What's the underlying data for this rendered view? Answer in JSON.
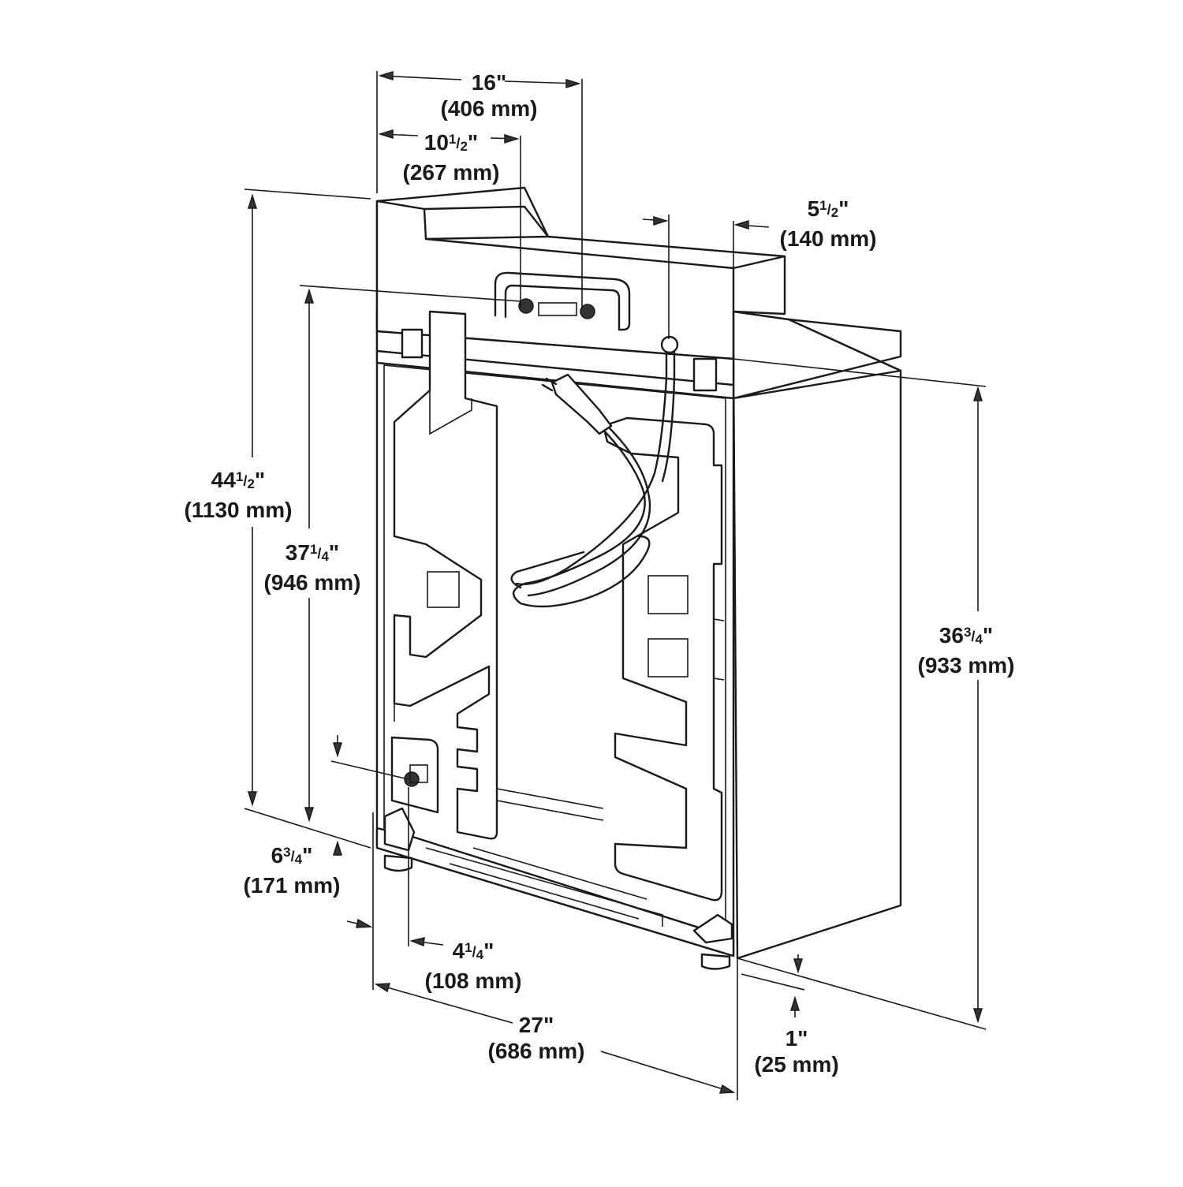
{
  "figure": {
    "subject": "washer-rear-view",
    "line_color": "#1a1a1a",
    "background": "#ffffff"
  },
  "dimensions": {
    "width_top": {
      "whole": "16",
      "frac_num": "",
      "frac_den": "",
      "mm": "(406 mm)"
    },
    "outlet_offset": {
      "whole": "10",
      "frac_num": "1",
      "frac_den": "2",
      "mm": "(267 mm)"
    },
    "cord_offset": {
      "whole": "5",
      "frac_num": "1",
      "frac_den": "2",
      "mm": "(140 mm)"
    },
    "overall_height": {
      "whole": "44",
      "frac_num": "1",
      "frac_den": "2",
      "mm": "(1130 mm)"
    },
    "lid_height": {
      "whole": "37",
      "frac_num": "1",
      "frac_den": "4",
      "mm": "(946 mm)"
    },
    "cabinet_height": {
      "whole": "36",
      "frac_num": "3",
      "frac_den": "4",
      "mm": "(933 mm)"
    },
    "drain_height": {
      "whole": "6",
      "frac_num": "3",
      "frac_den": "4",
      "mm": "(171 mm)"
    },
    "drain_offset": {
      "whole": "4",
      "frac_num": "1",
      "frac_den": "4",
      "mm": "(108 mm)"
    },
    "width": {
      "whole": "27",
      "frac_num": "",
      "frac_den": "",
      "mm": "(686 mm)"
    },
    "leg_height": {
      "whole": "1",
      "frac_num": "",
      "frac_den": "",
      "mm": "(25 mm)"
    }
  }
}
